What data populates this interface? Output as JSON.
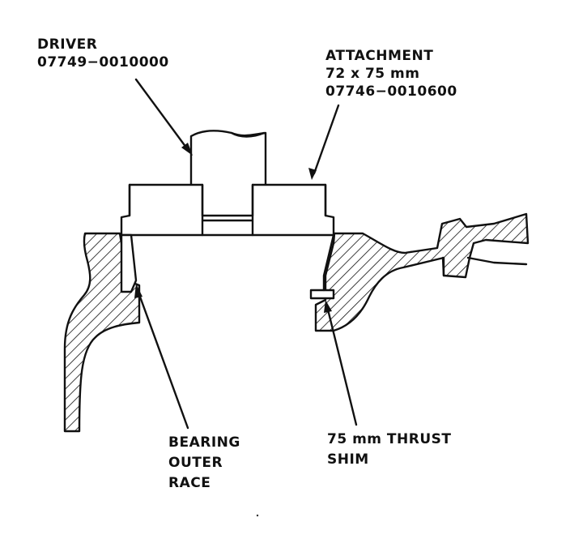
{
  "labels": {
    "driver": {
      "name": "DRIVER",
      "part_number": "07749−0010000"
    },
    "attachment": {
      "name": "ATTACHMENT",
      "size": "72 x 75 mm",
      "part_number": "07746−0010600"
    },
    "bearing": {
      "line1": "BEARING",
      "line2": "OUTER",
      "line3": "RACE"
    },
    "shim": {
      "line1": "75 mm THRUST",
      "line2": "SHIM"
    }
  },
  "colors": {
    "ink": "#111111",
    "paper": "#ffffff"
  }
}
